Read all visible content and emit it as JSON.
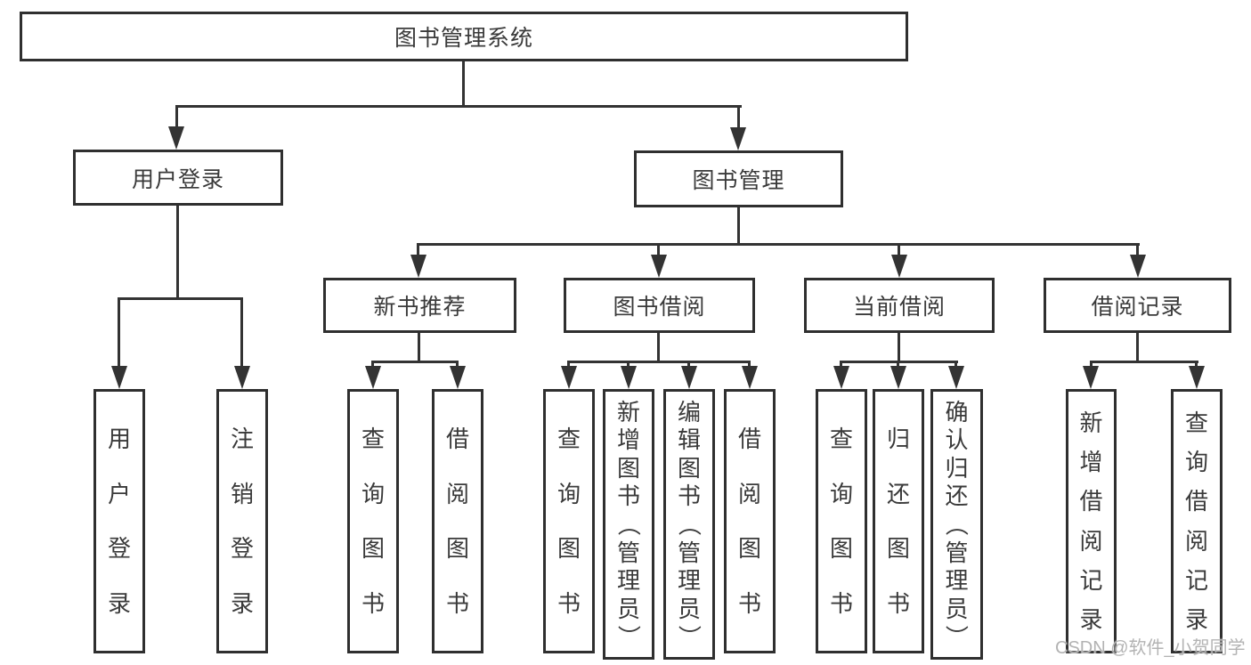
{
  "colors": {
    "background": "#ffffff",
    "line": "#333333",
    "box_border": "#2f2f2f",
    "box_fill": "#ffffff",
    "text": "#3a3a3a",
    "watermark_text_color": "#b3b3b3"
  },
  "diagram": {
    "root": {
      "label": "图书管理系统"
    },
    "level2": [
      {
        "id": "user-login",
        "label": "用户登录",
        "parent": "图书管理系统"
      },
      {
        "id": "book-management",
        "label": "图书管理",
        "parent": "图书管理系统"
      }
    ],
    "level3": [
      {
        "id": "new-book-recommend",
        "label": "新书推荐",
        "parent": "图书管理"
      },
      {
        "id": "book-borrow",
        "label": "图书借阅",
        "parent": "图书管理"
      },
      {
        "id": "current-borrow",
        "label": "当前借阅",
        "parent": "图书管理"
      },
      {
        "id": "borrow-records",
        "label": "借阅记录",
        "parent": "图书管理"
      }
    ],
    "leaves": [
      {
        "id": "leaf-user-login",
        "label": "用户登录",
        "parent": "用户登录"
      },
      {
        "id": "leaf-logout",
        "label": "注销登录",
        "parent": "用户登录"
      },
      {
        "id": "leaf-query-books-recommend",
        "label": "查询图书",
        "parent": "新书推荐"
      },
      {
        "id": "leaf-borrow-books-recommend",
        "label": "借阅图书",
        "parent": "新书推荐"
      },
      {
        "id": "leaf-query-books-borrow",
        "label": "查询图书",
        "parent": "图书借阅"
      },
      {
        "id": "leaf-add-books-admin",
        "label": "新增图书（管理员）",
        "parent": "图书借阅"
      },
      {
        "id": "leaf-edit-books-admin",
        "label": "编辑图书（管理员）",
        "parent": "图书借阅"
      },
      {
        "id": "leaf-borrow-books-borrow",
        "label": "借阅图书",
        "parent": "图书借阅"
      },
      {
        "id": "leaf-query-books-current",
        "label": "查询图书",
        "parent": "当前借阅"
      },
      {
        "id": "leaf-return-books",
        "label": "归还图书",
        "parent": "当前借阅"
      },
      {
        "id": "leaf-confirm-return-admin",
        "label": "确认归还（管理员）",
        "parent": "当前借阅"
      },
      {
        "id": "leaf-add-borrow-record",
        "label": "新增借阅记录",
        "parent": "借阅记录"
      },
      {
        "id": "leaf-query-borrow-record",
        "label": "查询借阅记录",
        "parent": "借阅记录"
      }
    ]
  },
  "watermark": {
    "text": "CSDN @软件_小贺同学"
  }
}
